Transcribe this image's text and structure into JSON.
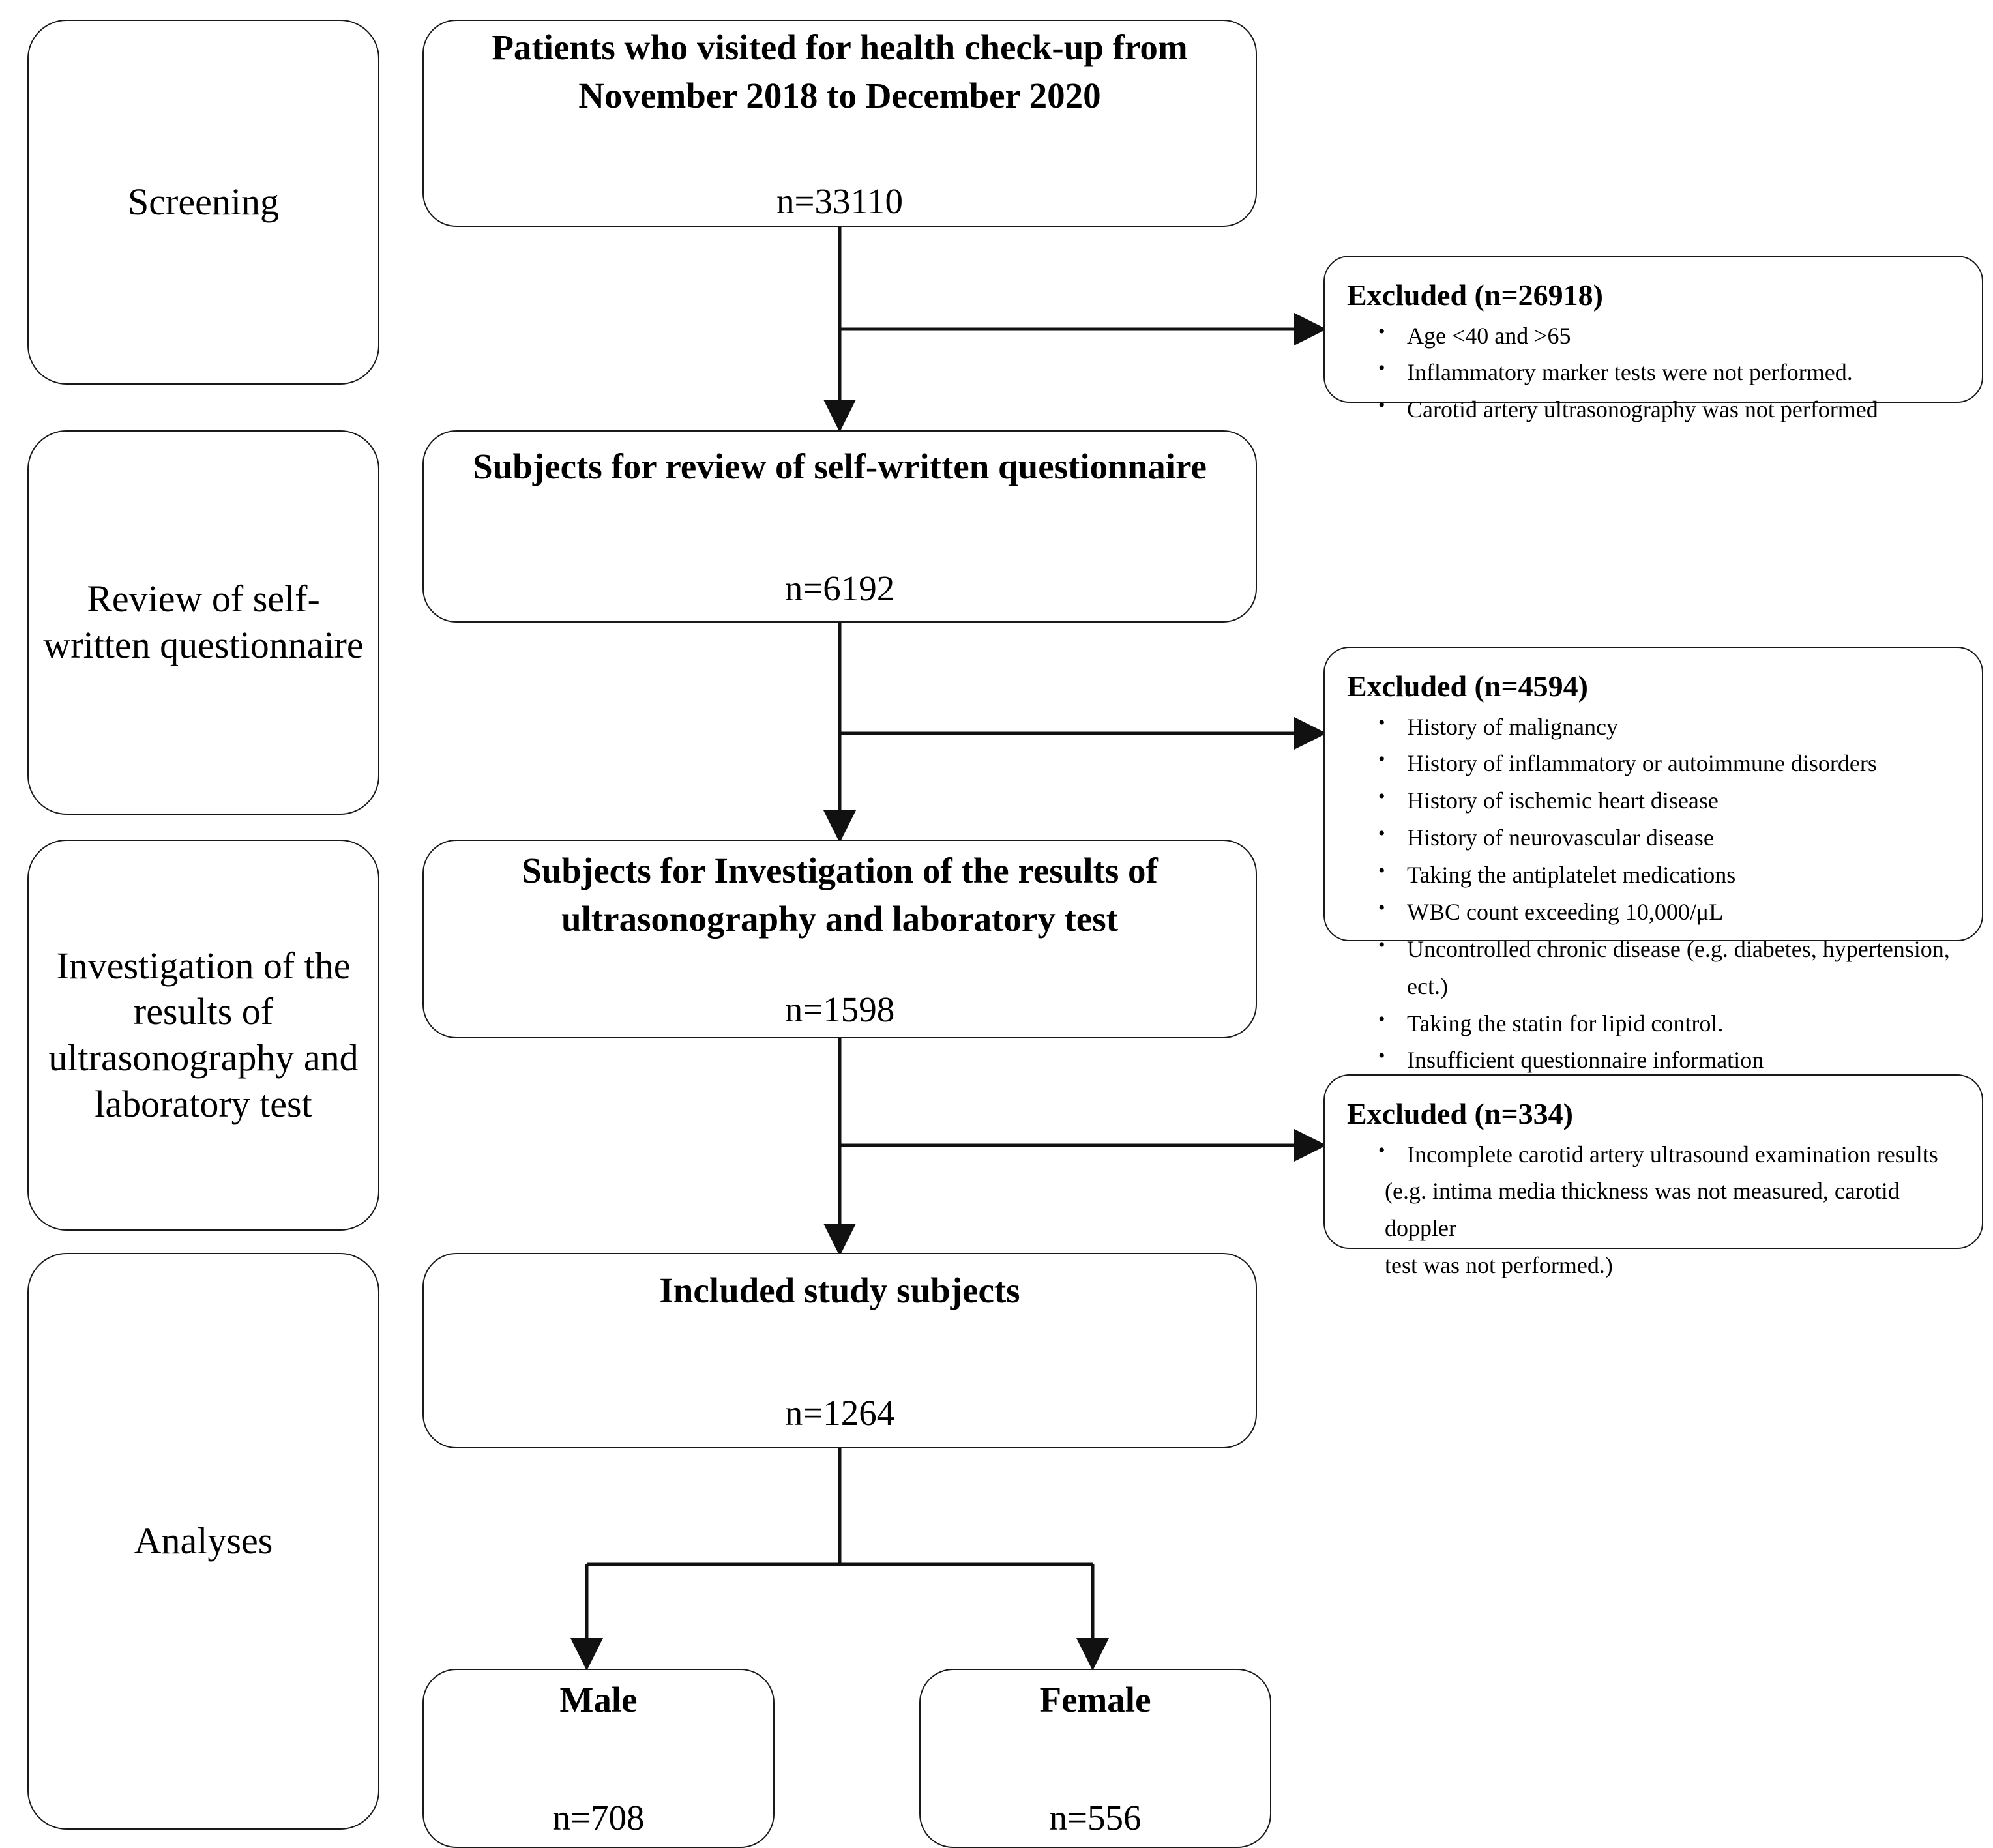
{
  "stages": [
    {
      "label": "Screening"
    },
    {
      "label": "Review of self-written questionnaire"
    },
    {
      "label": "Investigation of the results of ultrasonography and laboratory test"
    },
    {
      "label": "Analyses"
    }
  ],
  "flow": [
    {
      "title_line1": "Patients who visited for health check-up from",
      "title_line2": "November 2018 to December 2020",
      "n": "n=33110"
    },
    {
      "title_line1": "Subjects for review of self-written questionnaire",
      "title_line2": "",
      "n": "n=6192"
    },
    {
      "title_line1": "Subjects for Investigation of the results of",
      "title_line2": "ultrasonography and laboratory test",
      "n": "n=1598"
    },
    {
      "title_line1": "Included study subjects",
      "title_line2": "",
      "n": "n=1264"
    }
  ],
  "excluded": [
    {
      "title": "Excluded (n=26918)",
      "items": [
        "Age <40 and >65",
        "Inflammatory marker tests were not performed.",
        "Carotid artery ultrasonography was not performed"
      ],
      "continuation": []
    },
    {
      "title": "Excluded (n=4594)",
      "items": [
        "History of malignancy",
        "History of  inflammatory or autoimmune disorders",
        "History of  ischemic heart disease",
        "History of neurovascular disease",
        "Taking the antiplatelet medications",
        "WBC count exceeding 10,000/μL",
        "Uncontrolled chronic disease (e.g. diabetes, hypertension, ect.)",
        "Taking the statin for lipid control.",
        "Insufficient questionnaire information"
      ],
      "continuation": []
    },
    {
      "title": "Excluded (n=334)",
      "items": [
        "Incomplete carotid artery ultrasound examination results"
      ],
      "continuation": [
        "(e.g. intima media thickness was not measured, carotid doppler",
        "test was not performed.)"
      ]
    }
  ],
  "sex_groups": [
    {
      "label": "Male",
      "n": "n=708"
    },
    {
      "label": "Female",
      "n": "n=556"
    }
  ],
  "colors": {
    "stroke": "#1a1a1a",
    "background": "#ffffff",
    "text": "#000000"
  }
}
